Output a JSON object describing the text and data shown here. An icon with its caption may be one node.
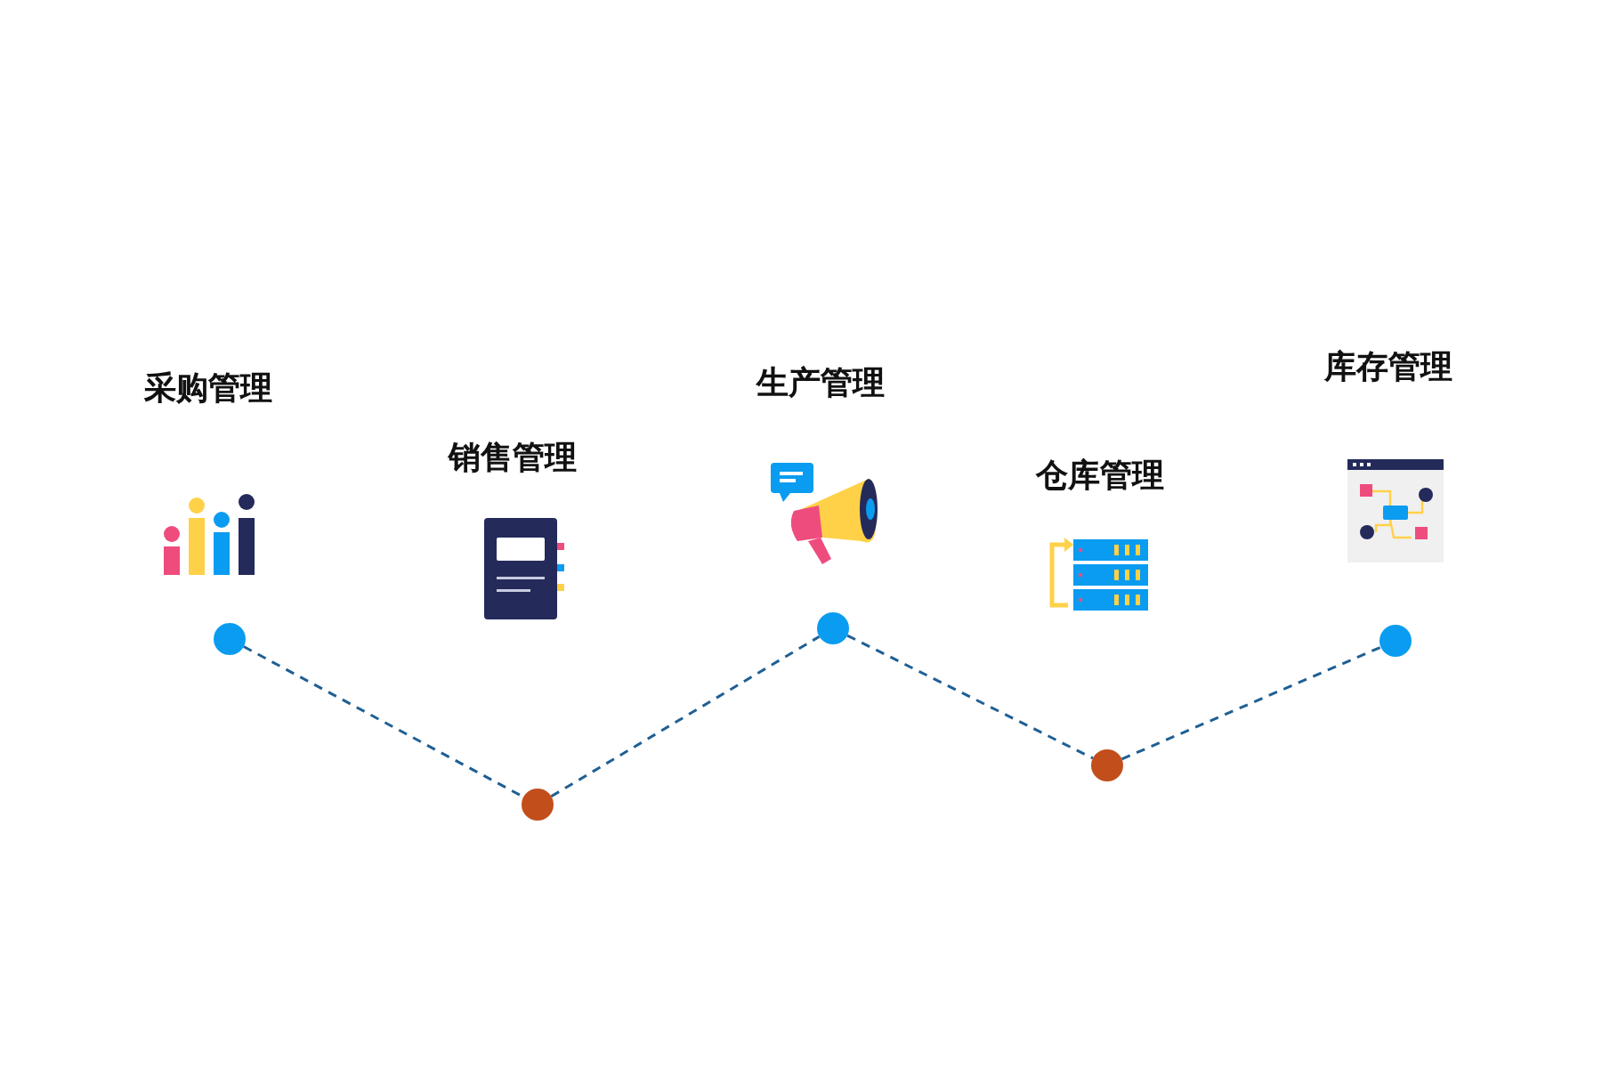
{
  "diagram": {
    "nodes": [
      {
        "text": [],
        "shape": "circle"
      },
      {
        "text": [],
        "shape": "circle"
      },
      {
        "text": [],
        "shape": "circle"
      },
      {
        "text": [],
        "shape": "circle"
      },
      {
        "text": [],
        "shape": "circle"
      }
    ],
    "edges": [
      {
        "from": 0,
        "to": 1,
        "arrow": "none",
        "style": "dashed"
      },
      {
        "from": 1,
        "to": 2,
        "arrow": "none",
        "style": "dashed"
      },
      {
        "from": 2,
        "to": 3,
        "arrow": "none",
        "style": "dashed"
      },
      {
        "from": 3,
        "to": 4,
        "arrow": "none",
        "style": "dashed"
      }
    ],
    "labels": [
      "采购管理",
      "销售管理",
      "生产管理",
      "仓库管理",
      "库存管理"
    ]
  }
}
